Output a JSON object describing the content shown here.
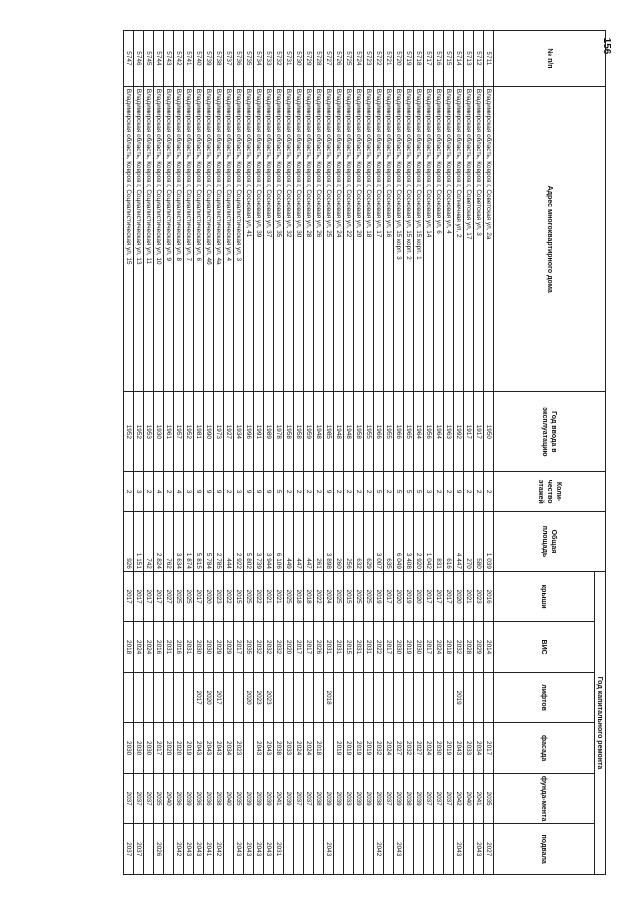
{
  "page_number": "156",
  "headers": {
    "num": "№ п/п",
    "address": "Адрес многоквартирного дома",
    "year": "Год ввода в эксплуатацию",
    "floors": "Коли-чество этажей",
    "area": "Общая площадь",
    "repair_group": "Год капитального ремонта",
    "roof": "крыши",
    "vis": "ВИС",
    "lift": "лифтов",
    "facade": "фасада",
    "foundation": "фунда-мента",
    "basement": "подвала"
  },
  "rows": [
    [
      "5711",
      "Владимирская область, Ковров г, Советская ул, 2а",
      "1950",
      "2",
      "1 039",
      "2016",
      "2014",
      "",
      "2017",
      "2035",
      "2027"
    ],
    [
      "5712",
      "Владимирская область, Ковров г, Советская ул, 3",
      "1917",
      "2",
      "580",
      "2023",
      "2029",
      "",
      "2034",
      "2041",
      "2043"
    ],
    [
      "5713",
      "Владимирская область, Ковров г, Советская ул, 17",
      "1917",
      "2",
      "270",
      "2021",
      "2028",
      "",
      "2033",
      "2040",
      ""
    ],
    [
      "5714",
      "Владимирская область, Ковров г, Солнечная ул, 2",
      "1992",
      "9",
      "4 447",
      "2020",
      "2032",
      "2019",
      "2043",
      "2042",
      "2043"
    ],
    [
      "5715",
      "Владимирская область, Ковров г, Сосновая ул, 4",
      "1963",
      "2",
      "616",
      "2017",
      "2018",
      "",
      "2019",
      "2037",
      ""
    ],
    [
      "5716",
      "Владимирская область, Ковров г, Сосновая ул, 6",
      "1964",
      "2",
      "831",
      "2017",
      "2024",
      "",
      "2030",
      "2037",
      ""
    ],
    [
      "5717",
      "Владимирская область, Ковров г, Сосновая ул, 14",
      "1956",
      "3",
      "1 042",
      "2017",
      "2017",
      "",
      "2024",
      "2037",
      ""
    ],
    [
      "5718",
      "Владимирская область, Ковров г, Сосновая ул, 15 корп. 1",
      "1964",
      "5",
      "2 920",
      "2020",
      "2030",
      "",
      "2027",
      "2039",
      ""
    ],
    [
      "5719",
      "Владимирская область, Ковров г, Сосновая ул, 15 корп. 2",
      "1965",
      "5",
      "3 408",
      "2019",
      "2019",
      "",
      "2032",
      "2038",
      ""
    ],
    [
      "5720",
      "Владимирская область, Ковров г, Сосновая ул, 15 корп. 3",
      "1966",
      "5",
      "6 049",
      "2020",
      "2030",
      "",
      "2027",
      "2039",
      "2043"
    ],
    [
      "5721",
      "Владимирская область, Ковров г, Сосновая ул, 16",
      "1955",
      "2",
      "635",
      "2017",
      "2017",
      "",
      "2024",
      "2037",
      ""
    ],
    [
      "5722",
      "Владимирская область, Ковров г, Сосновая ул, 17",
      "1966",
      "5",
      "3 007",
      "2019",
      "2022",
      "",
      "2032",
      "2038",
      "2042"
    ],
    [
      "5723",
      "Владимирская область, Ковров г, Сосновая ул, 18",
      "1955",
      "2",
      "629",
      "2025",
      "2031",
      "",
      "2019",
      "2039",
      ""
    ],
    [
      "5724",
      "Владимирская область, Ковров г, Сосновая ул, 20",
      "1958",
      "2",
      "632",
      "2025",
      "2031",
      "",
      "2019",
      "2039",
      ""
    ],
    [
      "5725",
      "Владимирская область, Ковров г, Сосновая ул, 22",
      "1948",
      "2",
      "256",
      "2015",
      "2015",
      "",
      "2019",
      "2033",
      ""
    ],
    [
      "5726",
      "Владимирская область, Ковров г, Сосновая ул, 24",
      "1948",
      "2",
      "260",
      "2025",
      "2031",
      "",
      "2019",
      "2039",
      ""
    ],
    [
      "5727",
      "Владимирская область, Ковров г, Сосновая ул, 25",
      "1985",
      "9",
      "3 898",
      "2024",
      "2031",
      "2018",
      "",
      "2039",
      "2043"
    ],
    [
      "5728",
      "Владимирская область, Ковров г, Сосновая ул, 26",
      "1948",
      "2",
      "261",
      "2022",
      "2026",
      "",
      "2018",
      "2038",
      ""
    ],
    [
      "5729",
      "Владимирская область, Ковров г, Сосновая ул, 28",
      "1959",
      "2",
      "447",
      "2018",
      "2017",
      "",
      "2024",
      "2037",
      ""
    ],
    [
      "5730",
      "Владимирская область, Ковров г, Сосновая ул, 30",
      "1958",
      "2",
      "447",
      "2018",
      "2017",
      "",
      "2024",
      "2037",
      ""
    ],
    [
      "5731",
      "Владимирская область, Ковров г, Сосновая ул, 32",
      "1958",
      "2",
      "449",
      "2025",
      "2020",
      "",
      "2033",
      "2039",
      ""
    ],
    [
      "5732",
      "Владимирская область, Ковров г, Сосновая ул, 35",
      "1978",
      "5",
      "6 106",
      "2021",
      "2032",
      "",
      "2038",
      "2041",
      "2031"
    ],
    [
      "5733",
      "Владимирская область, Ковров г, Сосновая ул, 37",
      "1989",
      "9",
      "3 944",
      "2021",
      "2032",
      "2023",
      "2043",
      "2039",
      "2043"
    ],
    [
      "5734",
      "Владимирская область, Ковров г, Сосновая ул, 39",
      "1991",
      "9",
      "3 739",
      "2022",
      "2032",
      "2023",
      "2043",
      "2039",
      "2043"
    ],
    [
      "5735",
      "Владимирская область, Ковров г, Сосновая ул, 41",
      "1996",
      "9",
      "5 802",
      "2025",
      "2035",
      "2020",
      "",
      "2039",
      "2043"
    ],
    [
      "5736",
      "Владимирская область, Ковров г, Социалистическая ул, 3",
      "1934",
      "3",
      "2 922",
      "2015",
      "2017",
      "",
      "2023",
      "2035",
      "2043"
    ],
    [
      "5737",
      "Владимирская область, Ковров г, Социалистическая ул, 4",
      "1927",
      "2",
      "444",
      "2022",
      "2029",
      "",
      "2034",
      "2040",
      ""
    ],
    [
      "5738",
      "Владимирская область, Ковров г, Социалистическая ул, 4а",
      "1973",
      "9",
      "2 785",
      "2023",
      "2029",
      "2017",
      "2043",
      "2038",
      "2042"
    ],
    [
      "5739",
      "Владимирская область, Ковров г, Социалистическая ул, 4б",
      "1990",
      "9",
      "5 784",
      "2020",
      "2030",
      "2020",
      "2043",
      "2036",
      "2041"
    ],
    [
      "5740",
      "Владимирская область, Ковров г, Социалистическая ул, 6",
      "1981",
      "9",
      "5 815",
      "2017",
      "2030",
      "2017",
      "2043",
      "2036",
      "2043"
    ],
    [
      "5741",
      "Владимирская область, Ковров г, Социалистическая ул, 7",
      "1952",
      "3",
      "1 874",
      "2025",
      "2031",
      "",
      "2019",
      "2039",
      "2043"
    ],
    [
      "5742",
      "Владимирская область, Ковров г, Социалистическая ул, 8",
      "1957",
      "4",
      "3 634",
      "2025",
      "2016",
      "",
      "2020",
      "2036",
      "2042"
    ],
    [
      "5743",
      "Владимирская область, Ковров г, Социалистическая ул, 9",
      "1961",
      "2",
      "762",
      "2027",
      "2031",
      "",
      "2020",
      "2040",
      ""
    ],
    [
      "5744",
      "Владимирская область, Ковров г, Социалистическая ул, 10",
      "1930",
      "4",
      "2 824",
      "2017",
      "2016",
      "",
      "2017",
      "2035",
      "2026"
    ],
    [
      "5745",
      "Владимирская область, Ковров г, Социалистическая ул, 11",
      "1953",
      "2",
      "742",
      "2017",
      "2024",
      "",
      "2030",
      "2037",
      ""
    ],
    [
      "5746",
      "Владимирская область, Ковров г, Социалистическая ул, 13",
      "1952",
      "3",
      "1 151",
      "2017",
      "2024",
      "",
      "2030",
      "2037",
      "2037"
    ],
    [
      "5747",
      "Владимирская область, Ковров г, Социалистическая ул, 15",
      "1952",
      "2",
      "926",
      "2017",
      "2018",
      "",
      "2030",
      "2037",
      "2037"
    ]
  ]
}
